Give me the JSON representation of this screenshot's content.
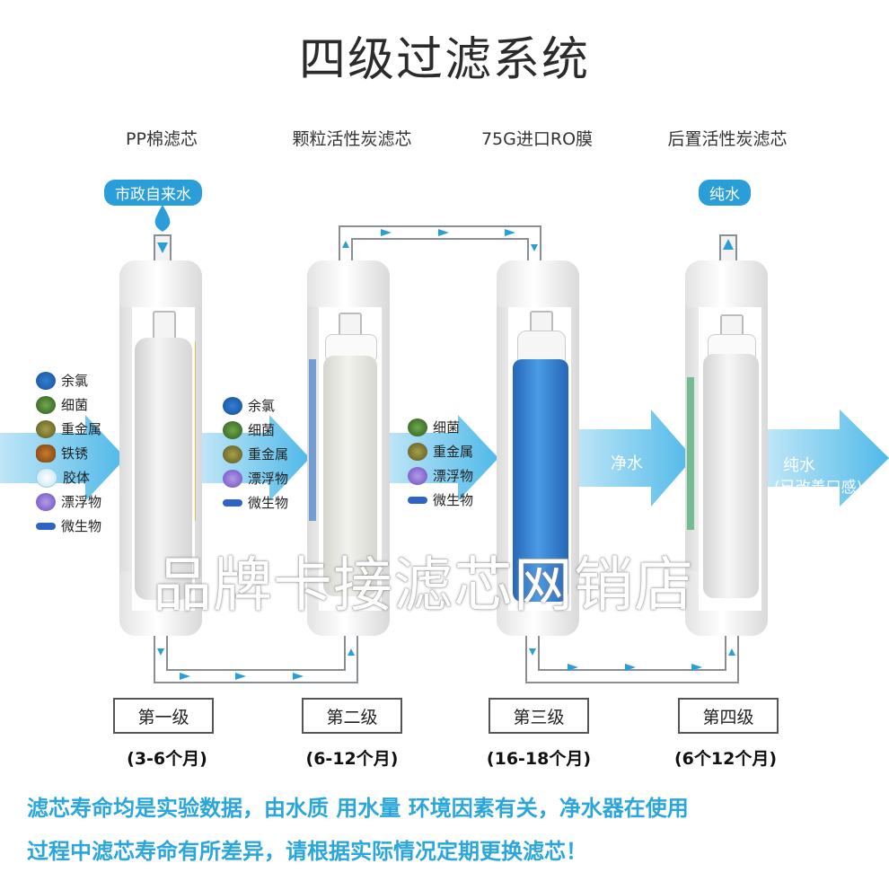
{
  "title": "四级过滤系统",
  "stages": [
    {
      "name": "PP棉滤芯",
      "level": "第一级",
      "life": "(3-6个月)"
    },
    {
      "name": "颗粒活性炭滤芯",
      "level": "第二级",
      "life": "(6-12个月)"
    },
    {
      "name": "75G进口RO膜",
      "level": "第三级",
      "life": "(16-18个月)"
    },
    {
      "name": "后置活性炭滤芯",
      "level": "第四级",
      "life": "(6个12个月)"
    }
  ],
  "inlet_label": "市政自来水",
  "outlet_label": "纯水",
  "stage1_contaminants": [
    "余氯",
    "细菌",
    "重金属",
    "铁锈",
    "胶体",
    "漂浮物",
    "微生物"
  ],
  "stage2_contaminants": [
    "余氯",
    "细菌",
    "重金属",
    "漂浮物",
    "微生物"
  ],
  "stage3_contaminants": [
    "细菌",
    "重金属",
    "漂浮物",
    "微生物"
  ],
  "flow_clean": "净水",
  "flow_pure_1": "纯水",
  "flow_pure_2": "(已改善口感)",
  "watermark": "品牌卡接滤芯网销店",
  "note_line1": "滤芯寿命均是实验数据，由水质 用水量  环境因素有关，净水器在使用",
  "note_line2": "过程中滤芯寿命有所差异，请根据实际情况定期更换滤芯！",
  "colors": {
    "accent": "#2a9ed8",
    "note": "#2aa6dc",
    "ro_membrane": "#2f7fd0",
    "pipe": "#8a8f96"
  }
}
